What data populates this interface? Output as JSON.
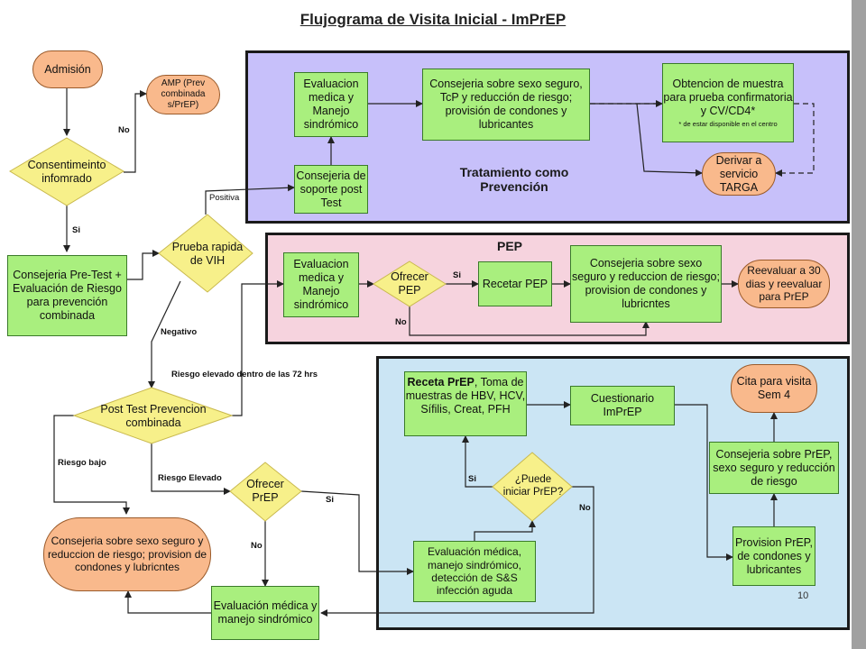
{
  "title": "Flujograma de Visita Inicial - ImPrEP",
  "page_number": "10",
  "regions": {
    "tcp": "Tratamiento como Prevención",
    "pep": "PEP"
  },
  "nodes": {
    "admision": "Admisión",
    "amp": "AMP (Prev combinada s/PrEP)",
    "consentimiento": "Consentimeinto infomrado",
    "consejeria_pretest": "Consejeria Pre-Test + Evaluación de Riesgo para prevención combinada",
    "prueba_rapida": "Prueba rapida de VIH",
    "eval_medica_tcp": "Evaluacion medica y Manejo sindrómico",
    "consejeria_sexo_tcp": "Consejeria sobre sexo seguro, TcP y reducción de riesgo; provisión de condones y lubricantes",
    "obtencion_muestra": "Obtencion de muestra para prueba confirmatoria y CV/CD4*",
    "obtencion_nota": "* de estar disponible en el centro",
    "consejeria_soporte": "Consejeria de soporte post Test",
    "derivar_targa": "Derivar a servicio TARGA",
    "eval_medica_pep": "Evaluacion medica y Manejo sindrómico",
    "ofrecer_pep": "Ofrecer PEP",
    "recetar_pep": "Recetar PEP",
    "consejeria_pep": "Consejeria sobre sexo seguro y reduccion de riesgo; provision de condones y lubricntes",
    "reevaluar": "Reevaluar a 30 dias y reevaluar para PrEP",
    "post_test": "Post Test Prevencion combinada",
    "receta_prep_bold": "Receta PrEP",
    "receta_prep_rest": ", Toma de muestras de HBV, HCV, Sífilis, Creat, PFH",
    "cuestionario": "Cuestionario ImPrEP",
    "cita_visita": "Cita para visita Sem 4",
    "consejeria_prep": "Consejeria sobre PrEP, sexo seguro y reducción de riesgo",
    "provision_prep": "Provision PrEP, de condones y lubricantes",
    "puede_iniciar": "¿Puede iniciar PrEP?",
    "ofrecer_prep": "Ofrecer PrEP",
    "consejeria_final": "Consejeria sobre sexo seguro y reduccion de riesgo; provision de condones y lubricntes",
    "eval_final": "Evaluación médica y manejo sindrómico",
    "eval_aguda": "Evaluación médica, manejo sindrómico, detección de S&S infección aguda"
  },
  "edge_labels": {
    "no_amp": "No",
    "si_consent": "Si",
    "positiva": "Positiva",
    "negativo": "Negativo",
    "riesgo_72": "Riesgo elevado dentro de las 72 hrs",
    "si_pep": "Si",
    "no_pep": "No",
    "riesgo_bajo": "Riesgo bajo",
    "riesgo_elevado": "Riesgo Elevado",
    "si_prep": "Si",
    "no_prep": "No",
    "si_puede": "Si",
    "no_puede": "No"
  },
  "colors": {
    "process": "#a9ef7e",
    "terminal": "#f9b98c",
    "decision": "#f7f08a",
    "tcp_region": "#c7c0fa",
    "pep_region": "#f6d3de",
    "prep_region": "#cbe5f4"
  }
}
